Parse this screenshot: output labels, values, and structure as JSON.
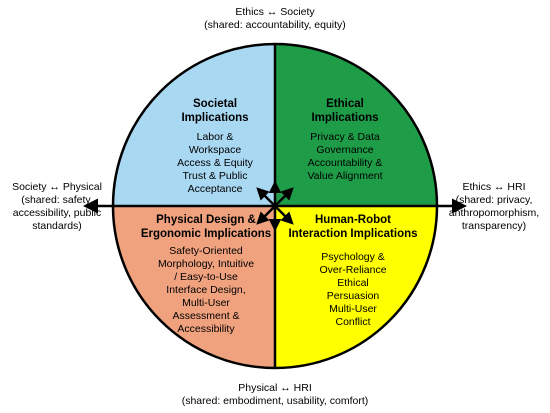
{
  "colors": {
    "societal": "#a9d8f3",
    "ethical": "#1e9c47",
    "physical": "#f0a27e",
    "hri": "#ffff00",
    "outline": "#000000"
  },
  "outer_labels": {
    "top": {
      "title": "Ethics ↔ Society",
      "shared": "(shared: accountability, equity)"
    },
    "left": {
      "lines": [
        "Society ↔ Physical",
        "(shared: safety,",
        "accessibility, public",
        "standards)"
      ]
    },
    "right": {
      "lines": [
        "Ethics ↔ HRI",
        "(shared: privacy,",
        "anthropomorphism,",
        "transparency)"
      ]
    },
    "bottom": {
      "title": "Physical ↔ HRI",
      "shared": "(shared: embodiment, usability, comfort)"
    }
  },
  "quadrants": {
    "societal": {
      "title": [
        "Societal",
        "Implications"
      ],
      "items": [
        "Labor &",
        "Workspace",
        "Access & Equity",
        "Trust & Public",
        "Acceptance"
      ]
    },
    "ethical": {
      "title": [
        "Ethical",
        "Implications"
      ],
      "items": [
        "Privacy & Data",
        "Governance",
        "Accountability &",
        "Value Alignment"
      ]
    },
    "physical": {
      "title": [
        "Physical Design &",
        "Ergonomic Implications"
      ],
      "items": [
        "Safety-Oriented",
        "Morphology, Intuitive",
        "/ Easy-to-Use",
        "Interface Design,",
        "Multi-User",
        "Assessment &",
        "Accessibility"
      ]
    },
    "hri": {
      "title": [
        "Human-Robot",
        "Interaction Implications"
      ],
      "items": [
        "Psychology &",
        "Over-Reliance",
        "Ethical",
        "Persuasion",
        "Multi-User",
        "Conflict"
      ]
    }
  }
}
